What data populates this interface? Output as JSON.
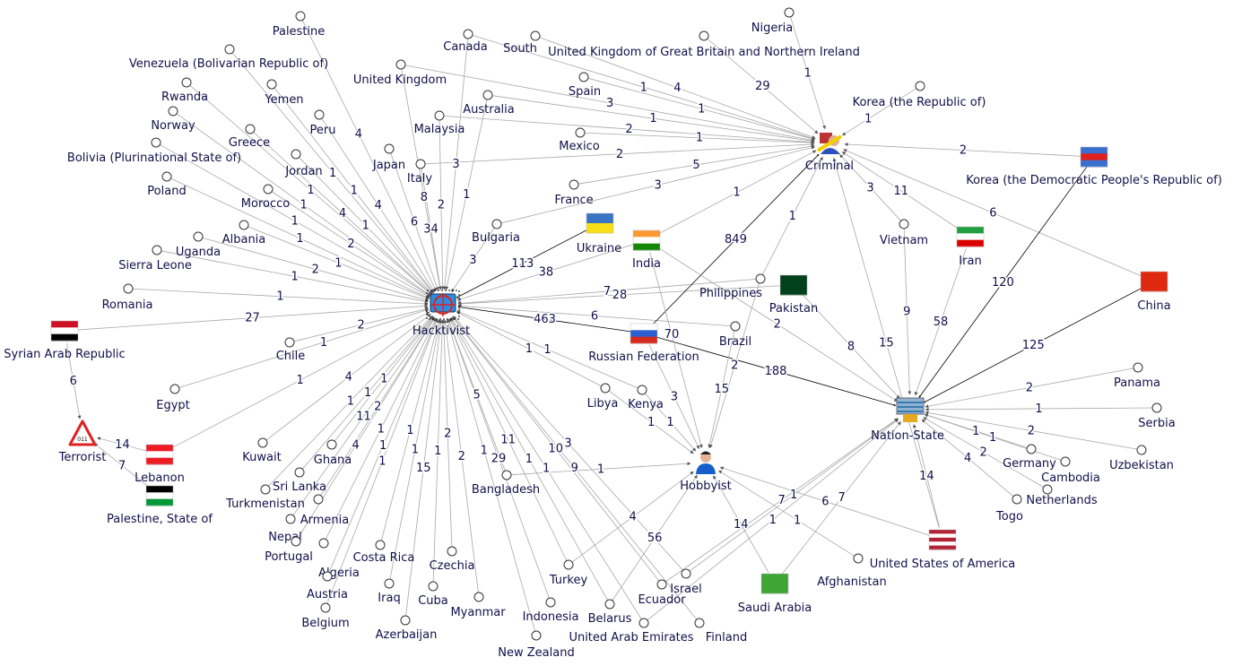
{
  "graph": {
    "actors": [
      {
        "id": "Hacktivist",
        "label": "Hacktivist",
        "icon": "hacktivist-crosshair-icon"
      },
      {
        "id": "Criminal",
        "label": "Criminal",
        "icon": "criminal-icon"
      },
      {
        "id": "Nation-State",
        "label": "Nation-State",
        "icon": "nation-state-building-icon"
      },
      {
        "id": "Hobbyist",
        "label": "Hobbyist",
        "icon": "hobbyist-person-icon"
      },
      {
        "id": "Terrorist",
        "label": "Terrorist",
        "icon": "terrorist-warning-icon",
        "badge": "011"
      }
    ],
    "flag_nodes": [
      {
        "id": "Syrian Arab Republic",
        "label": "Syrian Arab Republic",
        "flag": [
          "#ce1126",
          "#ffffff",
          "#000000"
        ]
      },
      {
        "id": "Lebanon",
        "label": "Lebanon",
        "flag": [
          "#ed1c24",
          "#ffffff",
          "#ed1c24"
        ]
      },
      {
        "id": "Palestine, State of",
        "label": "Palestine, State of",
        "flag": [
          "#000000",
          "#ffffff",
          "#009736"
        ]
      },
      {
        "id": "Ukraine",
        "label": "Ukraine",
        "flag": [
          "#3a75c4",
          "#f9dd16"
        ]
      },
      {
        "id": "India",
        "label": "India",
        "flag": [
          "#ff9933",
          "#ffffff",
          "#138808"
        ]
      },
      {
        "id": "Pakistan",
        "label": "Pakistan",
        "flag": [
          "#01411c",
          "#01411c"
        ]
      },
      {
        "id": "Russian Federation",
        "label": "Russian Federation",
        "flag": [
          "#ffffff",
          "#2b5fd0",
          "#d52b1e"
        ]
      },
      {
        "id": "Iran",
        "label": "Iran",
        "flag": [
          "#239f40",
          "#ffffff",
          "#da0000"
        ]
      },
      {
        "id": "China",
        "label": "China",
        "flag": [
          "#de2910",
          "#de2910"
        ]
      },
      {
        "id": "Korea (the Democratic People's Republic of)",
        "label": "Korea (the Democratic People's Republic of)",
        "flag": [
          "#3a6fd0",
          "#e0201a",
          "#3a6fd0"
        ]
      },
      {
        "id": "United States of America",
        "label": "United States of America",
        "flag": [
          "#b22234",
          "#ffffff",
          "#b22234",
          "#ffffff",
          "#b22234"
        ]
      },
      {
        "id": "Saudi Arabia",
        "label": "Saudi Arabia",
        "flag": [
          "#3fa535",
          "#3fa535"
        ]
      }
    ],
    "circle_nodes": [
      "Palestine",
      "Canada",
      "South",
      "United Kingdom of Great Britain and Northern Ireland",
      "Nigeria",
      "Venezuela (Bolivarian Republic of)",
      "United Kingdom",
      "Spain",
      "Rwanda",
      "Yemen",
      "Australia",
      "Korea (the Republic of)",
      "Norway",
      "Peru",
      "Malaysia",
      "Greece",
      "Mexico",
      "Bolivia (Plurinational State of)",
      "Jordan",
      "Japan",
      "Italy",
      "Poland",
      "Morocco",
      "France",
      "Albania",
      "Bulgaria",
      "Uganda",
      "Sierra Leone",
      "Romania",
      "Chile",
      "Egypt",
      "Kuwait",
      "Ghana",
      "Sri Lanka",
      "Turkmenistan",
      "Armenia",
      "Nepal",
      "Portugal",
      "Algeria",
      "Austria",
      "Belgium",
      "Costa Rica",
      "Iraq",
      "Azerbaijan",
      "Czechia",
      "Cuba",
      "Myanmar",
      "Bangladesh",
      "Turkey",
      "Indonesia",
      "New Zealand",
      "Belarus",
      "United Arab Emirates",
      "Finland",
      "Ecuador",
      "Israel",
      "Afghanistan",
      "Libya",
      "Kenya",
      "Vietnam",
      "Philippines",
      "Brazil",
      "Panama",
      "Serbia",
      "Uzbekistan",
      "Germany",
      "Cambodia",
      "Netherlands",
      "Togo"
    ],
    "edges": [
      [
        "Palestine",
        "Hacktivist",
        "4"
      ],
      [
        "Venezuela (Bolivarian Republic of)",
        "Hacktivist",
        "1"
      ],
      [
        "Rwanda",
        "Hacktivist",
        "1"
      ],
      [
        "Yemen",
        "Hacktivist",
        "1"
      ],
      [
        "Norway",
        "Hacktivist",
        "1"
      ],
      [
        "Peru",
        "Hacktivist",
        "4"
      ],
      [
        "Greece",
        "Hacktivist",
        "4"
      ],
      [
        "Jordan",
        "Hacktivist",
        "1"
      ],
      [
        "Bolivia (Plurinational State of)",
        "Hacktivist",
        "1"
      ],
      [
        "Poland",
        "Hacktivist",
        "1"
      ],
      [
        "Morocco",
        "Hacktivist",
        "2"
      ],
      [
        "Albania",
        "Hacktivist",
        "1"
      ],
      [
        "Uganda",
        "Hacktivist",
        "2"
      ],
      [
        "Sierra Leone",
        "Hacktivist",
        "1"
      ],
      [
        "Romania",
        "Hacktivist",
        "1"
      ],
      [
        "Syrian Arab Republic",
        "Hacktivist",
        "27"
      ],
      [
        "Chile",
        "Hacktivist",
        "2"
      ],
      [
        "Egypt",
        "Hacktivist",
        "1"
      ],
      [
        "Kuwait",
        "Hacktivist",
        "4"
      ],
      [
        "Ghana",
        "Hacktivist",
        "1"
      ],
      [
        "Sri Lanka",
        "Hacktivist",
        "1"
      ],
      [
        "Turkmenistan",
        "Hacktivist",
        "1"
      ],
      [
        "Armenia",
        "Hacktivist",
        "2"
      ],
      [
        "Nepal",
        "Hacktivist",
        "11"
      ],
      [
        "Portugal",
        "Hacktivist",
        "4"
      ],
      [
        "Algeria",
        "Hacktivist",
        "1"
      ],
      [
        "Austria",
        "Hacktivist",
        "1"
      ],
      [
        "Belgium",
        "Hacktivist",
        "1"
      ],
      [
        "Costa Rica",
        "Hacktivist",
        "1"
      ],
      [
        "Iraq",
        "Hacktivist",
        "1"
      ],
      [
        "Azerbaijan",
        "Hacktivist",
        "15"
      ],
      [
        "Cuba",
        "Hacktivist",
        "1"
      ],
      [
        "Czechia",
        "Hacktivist",
        "2"
      ],
      [
        "Myanmar",
        "Hacktivist",
        "2"
      ],
      [
        "Bangladesh",
        "Hacktivist",
        "5"
      ],
      [
        "Indonesia",
        "Hacktivist",
        "29"
      ],
      [
        "Turkey",
        "Hacktivist",
        "11"
      ],
      [
        "New Zealand",
        "Hacktivist",
        "1"
      ],
      [
        "Belarus",
        "Hacktivist",
        "1"
      ],
      [
        "United Arab Emirates",
        "Hacktivist",
        "1"
      ],
      [
        "Ecuador",
        "Hacktivist",
        "10"
      ],
      [
        "Israel",
        "Hacktivist",
        "3"
      ],
      [
        "Finland",
        "Hacktivist",
        "9"
      ],
      [
        "Libya",
        "Hacktivist",
        "1"
      ],
      [
        "Kenya",
        "Hacktivist",
        "1"
      ],
      [
        "United Kingdom",
        "Hacktivist",
        "8"
      ],
      [
        "Japan",
        "Hacktivist",
        "6"
      ],
      [
        "Italy",
        "Hacktivist",
        "34"
      ],
      [
        "Malaysia",
        "Hacktivist",
        "2"
      ],
      [
        "Canada",
        "Hacktivist",
        "3"
      ],
      [
        "Australia",
        "Hacktivist",
        "1"
      ],
      [
        "Bulgaria",
        "Hacktivist",
        "3"
      ],
      [
        "Ukraine",
        "Hacktivist",
        "113"
      ],
      [
        "India",
        "Hacktivist",
        "38"
      ],
      [
        "Philippines",
        "Hacktivist",
        "7"
      ],
      [
        "Pakistan",
        "Hacktivist",
        "28"
      ],
      [
        "Russian Federation",
        "Hacktivist",
        "463"
      ],
      [
        "Brazil",
        "Hacktivist",
        "6"
      ],
      [
        "Lebanon",
        "Hacktivist",
        "1"
      ],
      [
        "Nigeria",
        "Criminal",
        "1"
      ],
      [
        "United Kingdom of Great Britain and Northern Ireland",
        "Criminal",
        "29"
      ],
      [
        "Korea (the Republic of)",
        "Criminal",
        "1"
      ],
      [
        "Korea (the Democratic People's Republic of)",
        "Criminal",
        "2"
      ],
      [
        "Spain",
        "Criminal",
        "1"
      ],
      [
        "Canada",
        "Criminal",
        "1"
      ],
      [
        "South",
        "Criminal",
        "4"
      ],
      [
        "United Kingdom",
        "Criminal",
        "3"
      ],
      [
        "Australia",
        "Criminal",
        "1"
      ],
      [
        "Mexico",
        "Criminal",
        "1"
      ],
      [
        "Malaysia",
        "Criminal",
        "2"
      ],
      [
        "France",
        "Criminal",
        "5"
      ],
      [
        "Italy",
        "Criminal",
        "2"
      ],
      [
        "Bulgaria",
        "Criminal",
        "3"
      ],
      [
        "Russian Federation",
        "Criminal",
        "849"
      ],
      [
        "Philippines",
        "Criminal",
        "1"
      ],
      [
        "India",
        "Criminal",
        "1"
      ],
      [
        "Vietnam",
        "Criminal",
        "3"
      ],
      [
        "Iran",
        "Criminal",
        "11"
      ],
      [
        "China",
        "Criminal",
        "6"
      ],
      [
        "United States of America",
        "Criminal",
        "15"
      ],
      [
        "Russian Federation",
        "Nation-State",
        "188"
      ],
      [
        "China",
        "Nation-State",
        "125"
      ],
      [
        "Korea (the Democratic People's Republic of)",
        "Nation-State",
        "120"
      ],
      [
        "Iran",
        "Nation-State",
        "58"
      ],
      [
        "Vietnam",
        "Nation-State",
        "9"
      ],
      [
        "Panama",
        "Nation-State",
        "2"
      ],
      [
        "Serbia",
        "Nation-State",
        "1"
      ],
      [
        "Uzbekistan",
        "Nation-State",
        "2"
      ],
      [
        "Germany",
        "Nation-State",
        "1"
      ],
      [
        "Cambodia",
        "Nation-State",
        "1"
      ],
      [
        "Togo",
        "Nation-State",
        "4"
      ],
      [
        "Netherlands",
        "Nation-State",
        "2"
      ],
      [
        "United States of America",
        "Nation-State",
        "14"
      ],
      [
        "Pakistan",
        "Nation-State",
        "8"
      ],
      [
        "India",
        "Nation-State",
        "2"
      ],
      [
        "Saudi Arabia",
        "Nation-State",
        "7"
      ],
      [
        "Israel",
        "Nation-State",
        "1"
      ],
      [
        "Ecuador",
        "Nation-State",
        "7"
      ],
      [
        "United Arab Emirates",
        "Nation-State",
        "1"
      ],
      [
        "Kenya",
        "Hobbyist",
        "1"
      ],
      [
        "Libya",
        "Hobbyist",
        "1"
      ],
      [
        "Russian Federation",
        "Hobbyist",
        "3"
      ],
      [
        "India",
        "Hobbyist",
        "70"
      ],
      [
        "Brazil",
        "Hobbyist",
        "15"
      ],
      [
        "Philippines",
        "Hobbyist",
        "2"
      ],
      [
        "Bangladesh",
        "Hobbyist",
        "1"
      ],
      [
        "United States of America",
        "Hobbyist",
        "6"
      ],
      [
        "Afghanistan",
        "Hobbyist",
        "1"
      ],
      [
        "Saudi Arabia",
        "Hobbyist",
        "14"
      ],
      [
        "Turkey",
        "Hobbyist",
        "4"
      ],
      [
        "Belarus",
        "Hobbyist",
        "56"
      ],
      [
        "Syrian Arab Republic",
        "Terrorist",
        "6"
      ],
      [
        "Lebanon",
        "Terrorist",
        "14"
      ],
      [
        "Palestine, State of",
        "Terrorist",
        "7"
      ]
    ]
  }
}
